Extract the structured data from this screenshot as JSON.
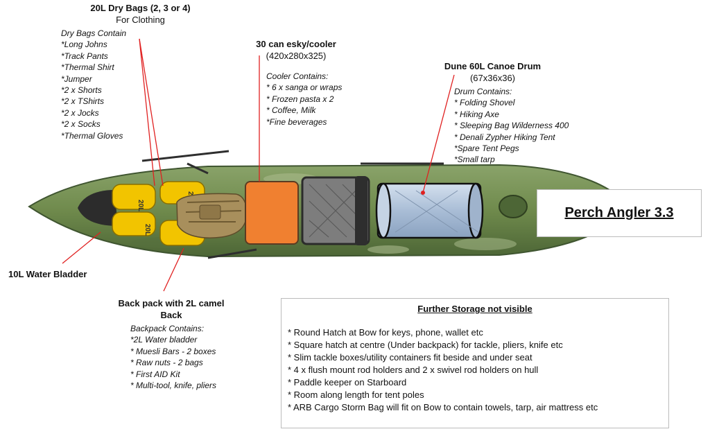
{
  "dry_bags": {
    "title": "20L Dry Bags (2, 3 or 4)",
    "subtitle": "For Clothing",
    "contents_heading": "Dry Bags Contain",
    "items": [
      "*Long Johns",
      "*Track Pants",
      "*Thermal Shirt",
      "*Jumper",
      "*2 x Shorts",
      "*2 x TShirts",
      "*2 x Jocks",
      "*2 x Socks",
      "*Thermal Gloves"
    ],
    "bag_label": "20L"
  },
  "cooler": {
    "title": "30 can esky/cooler",
    "dims": "(420x280x325)",
    "contents_heading": "Cooler Contains:",
    "items": [
      "* 6 x sanga or wraps",
      "* Frozen pasta x 2",
      "* Coffee, Milk",
      "*Fine beverages"
    ],
    "color": "#f08030"
  },
  "drum": {
    "title": "Dune 60L Canoe Drum",
    "dims": "(67x36x36)",
    "contents_heading": "Drum Contains:",
    "items": [
      "* Folding Shovel",
      "* Hiking Axe",
      "* Sleeping Bag Wilderness 400",
      "* Denali Zypher Hiking Tent",
      "*Spare Tent Pegs",
      "*Small tarp"
    ]
  },
  "water_bladder": {
    "label": "10L Water Bladder"
  },
  "backpack": {
    "title_line1": "Back pack with 2L camel",
    "title_line2": "Back",
    "contents_heading": "Backpack Contains:",
    "items": [
      "*2L Water bladder",
      "* Muesli Bars - 2 boxes",
      "* Raw nuts - 2 bags",
      "* First AID Kit",
      "* Multi-tool, knife, pliers"
    ]
  },
  "kayak_model": {
    "title": "Perch Angler 3.3"
  },
  "further_storage": {
    "heading": "Further Storage not visible",
    "items": [
      "* Round Hatch at Bow for keys, phone, wallet etc",
      "* Square hatch at centre (Under backpack) for tackle, pliers, knife etc",
      "* Slim tackle boxes/utility containers fit beside and under seat",
      "* 4 x flush mount rod holders and 2 x swivel rod holders on hull",
      "* Paddle keeper on Starboard",
      "* Room along length for tent poles",
      "* ARB Cargo Storm Bag will fit on Bow to contain towels, tarp, air mattress etc"
    ]
  },
  "colors": {
    "hull": "#6f8a4c",
    "hull_dark": "#3f5530",
    "bag": "#f2c400",
    "drum": "#b8c8dc",
    "pointer": "#e02020"
  }
}
